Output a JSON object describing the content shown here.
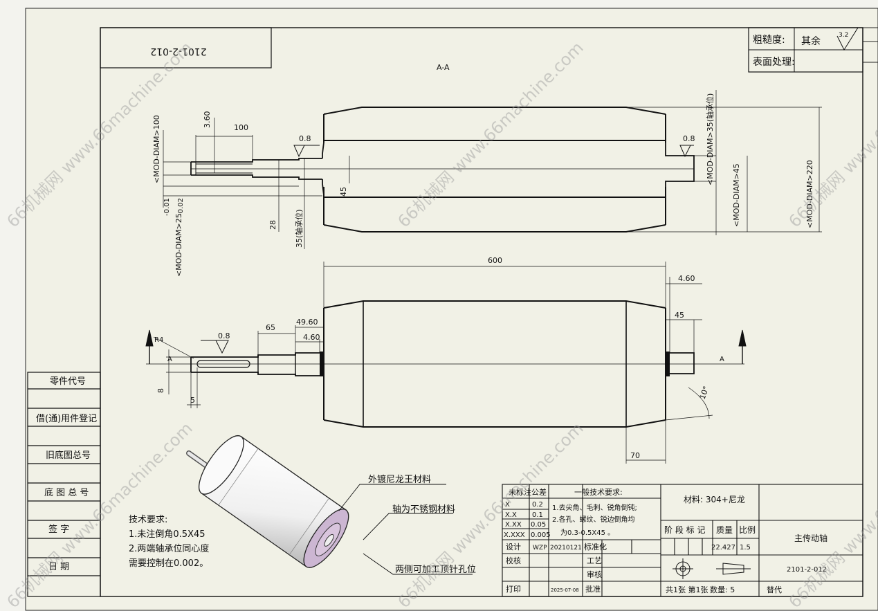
{
  "drawing_number": "2101-2-012",
  "section_label": "A-A",
  "section_arrow_letter": "A",
  "watermark": "66机械网 www.66machine.com",
  "roughness": {
    "label": "粗糙度:",
    "value": "其余",
    "symbol_value": "3.2"
  },
  "surface_treatment": {
    "label": "表面处理:"
  },
  "dimensions": {
    "d_100": "100",
    "d_3_60": "3.60",
    "d_0_8": "0.8",
    "d_35_bearing": "35(轴承位)",
    "d_dia_100": "<MOD-DIAM>100",
    "d_tol_lower": "-0.02",
    "d_tol_upper": "-0.01",
    "d_dia_25": "<MOD-DIAM>25",
    "d_28": "28",
    "d_45": "45",
    "d_dia_35_bearing": "<MOD-DIAM>35(轴承位)",
    "d_dia_45": "<MOD-DIAM>45",
    "d_dia_220": "<MOD-DIAM>220",
    "d_600": "600",
    "d_4_60": "4.60",
    "d_65": "65",
    "d_49_60": "49.60",
    "d_R4": "R4",
    "d_8": "8",
    "d_5": "5",
    "d_10deg": "10°",
    "d_70": "70"
  },
  "callouts": {
    "outer": "外镀尼龙王材料",
    "shaft": "轴为不锈钢材料",
    "holes": "两侧可加工顶针孔位"
  },
  "tech_requirements": {
    "title": "技术要求:",
    "lines": [
      "1.未注倒角0.5X45",
      "2.两端轴承位同心度",
      "需要控制在0.002。"
    ]
  },
  "left_column": [
    "零件代号",
    "借(通)用件登记",
    "旧底图总号",
    "底 图 总 号",
    "签    字",
    "日    期"
  ],
  "tolerance_table": {
    "header": "未标注公差",
    "rows": [
      [
        "X",
        "0.2"
      ],
      [
        "X.X",
        "0.1"
      ],
      [
        "X.XX",
        "0.05"
      ],
      [
        "X.XXX",
        "0.005"
      ]
    ]
  },
  "general_req": {
    "title": "一般技术要求:",
    "lines": [
      "1.去尖角、毛刺、锐角倒钝;",
      "2.各孔、螺纹、锐边倒角均",
      "为0.3-0.5X45 。"
    ]
  },
  "material": "材料: 304+尼龙",
  "stage_label": "阶 段 标 记",
  "mass_label": "质量",
  "scale_label": "比例",
  "mass_value": "22.427",
  "scale_value": "1.5",
  "part_name": "主传动轴",
  "part_number": "2101-2-012",
  "design_row": {
    "label": "设计",
    "name": "WZP",
    "date": "20210121",
    "std": "标准化"
  },
  "check_row": {
    "label": "校核",
    "process": "工艺"
  },
  "review": "审核",
  "print_row": {
    "label": "打印",
    "date": "2025-07-08",
    "approve": "批准"
  },
  "sheets": "共1张 第1张",
  "quantity": "数量: 5",
  "replace": "替代"
}
